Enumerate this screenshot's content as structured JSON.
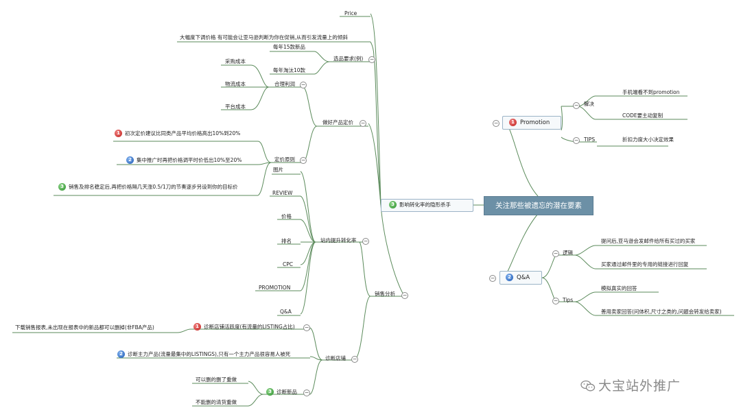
{
  "central": "关注那些被遗忘的潜在要素",
  "left_main": {
    "badge": "3",
    "label": "影响转化率的隐形杀手"
  },
  "branch_xuanpin": {
    "label": "选品要求(例)",
    "top_note": "大幅度下调价格 有可能会让亚马逊判断为你在促销,从而引发流量上的倾斜",
    "items": [
      "每年15款新品",
      "每年淘汰10款"
    ]
  },
  "price_label": "Price",
  "branch_pricing": {
    "label": "做好产品定价",
    "profit": {
      "label": "合理利润",
      "items": [
        "采购成本",
        "物流成本",
        "平台成本"
      ]
    },
    "principle": {
      "label": "定价原则",
      "items": [
        {
          "badge": "1",
          "text": "初次定价建议比同类产品平均价格高出10%到20%"
        },
        {
          "badge": "2",
          "text": "集中推广时再把价格调平时价低出10%至20%"
        },
        {
          "badge": "3",
          "text": "销售及排名稳定后,再把价格隔几天涨0.5/1刀的节奏逐步另设到你的目标价"
        }
      ]
    }
  },
  "branch_sales": {
    "label": "销售分析",
    "onsite": {
      "label": "站内提升转化率",
      "items": [
        "图片",
        "REVIEW",
        "价格",
        "排名",
        "CPC",
        "PROMOTION",
        "Q&A"
      ]
    },
    "diagnose": {
      "label": "诊断店铺",
      "items": [
        {
          "badge": "1",
          "text": "诊断店铺活跃度(有流量的LISTING占比)",
          "note": "下载销售报表,未出现在报表中的新品都可以删掉(非FBA产品)"
        },
        {
          "badge": "2",
          "text": "诊断主力产品(流量最集中的LISTINGS),只有一个主力产品很容易人被死"
        },
        {
          "badge": "3",
          "text": "诊断新品",
          "children": [
            "可以删的删了重做",
            "不能删的清货重做"
          ]
        }
      ]
    }
  },
  "promotion": {
    "badge": "1",
    "label": "Promotion",
    "sub": [
      {
        "label": "解决",
        "children": [
          "手机端看不到promotion",
          "CODE要主动复制"
        ]
      },
      {
        "label": "TIPS",
        "children": [
          "折扣力度大小决定效果"
        ]
      }
    ]
  },
  "qa": {
    "badge": "2",
    "label": "Q&A",
    "sub": [
      {
        "label": "逻辑",
        "children": [
          "提问后,亚马逊会发邮件给所有买过的买家",
          "买家通过邮件里的专用的链接进行回复"
        ]
      },
      {
        "label": "Tips",
        "children": [
          "模拟真实的回答",
          "善用卖家回答(问体积,尺寸之类的,问题会转发给卖家)"
        ]
      }
    ]
  },
  "watermark": "大宝站外推广"
}
